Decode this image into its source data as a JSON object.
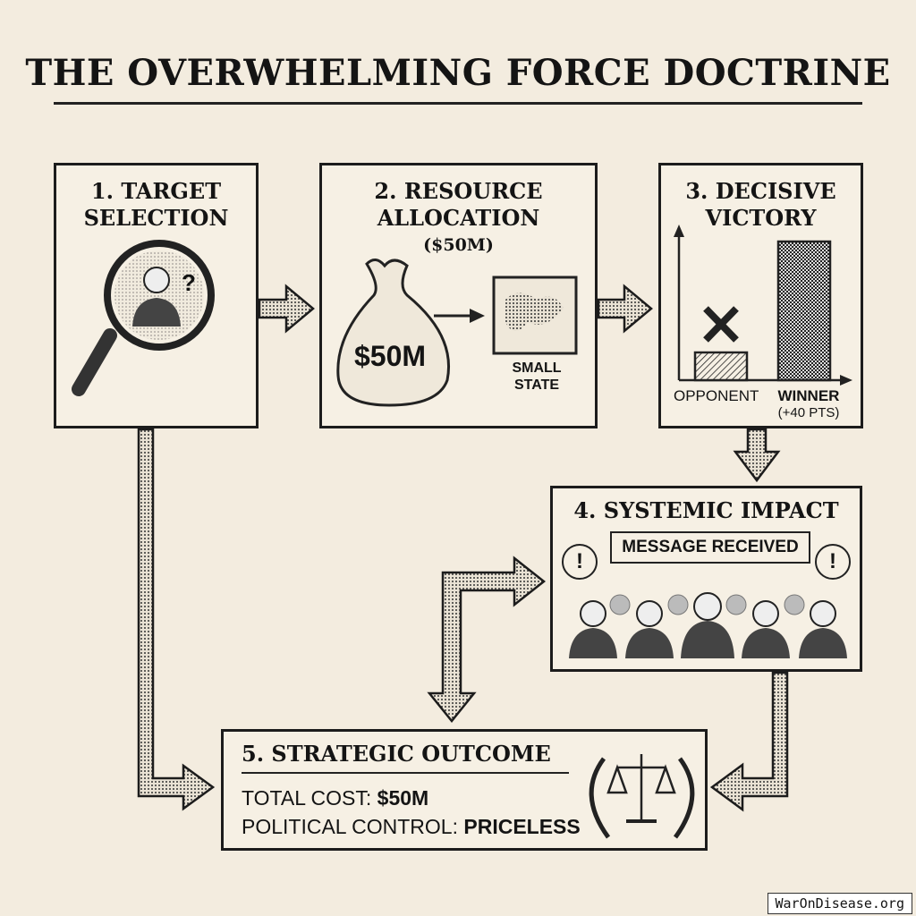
{
  "title": "THE OVERWHELMING FORCE DOCTRINE",
  "steps": {
    "s1": {
      "title_l1": "1. TARGET",
      "title_l2": "SELECTION"
    },
    "s2": {
      "title_l1": "2. RESOURCE",
      "title_l2": "ALLOCATION",
      "amount": "($50M)",
      "bag_label": "$50M",
      "map_label_l1": "SMALL",
      "map_label_l2": "STATE"
    },
    "s3": {
      "title_l1": "3. DECISIVE",
      "title_l2": "VICTORY",
      "opponent": "OPPONENT",
      "winner": "WINNER",
      "winner_note": "(+40 PTS)"
    },
    "s4": {
      "title": "4. SYSTEMIC IMPACT",
      "banner": "MESSAGE RECEIVED",
      "alert_symbol": "!"
    },
    "s5": {
      "title": "5. STRATEGIC OUTCOME",
      "cost_label": "TOTAL COST:",
      "cost_value": "$50M",
      "control_label": "POLITICAL CONTROL:",
      "control_value": "PRICELESS"
    }
  },
  "chart_data": {
    "type": "bar",
    "categories": [
      "OPPONENT",
      "WINNER"
    ],
    "values": [
      1,
      5
    ]
  },
  "watermark": "WarOnDisease.org"
}
